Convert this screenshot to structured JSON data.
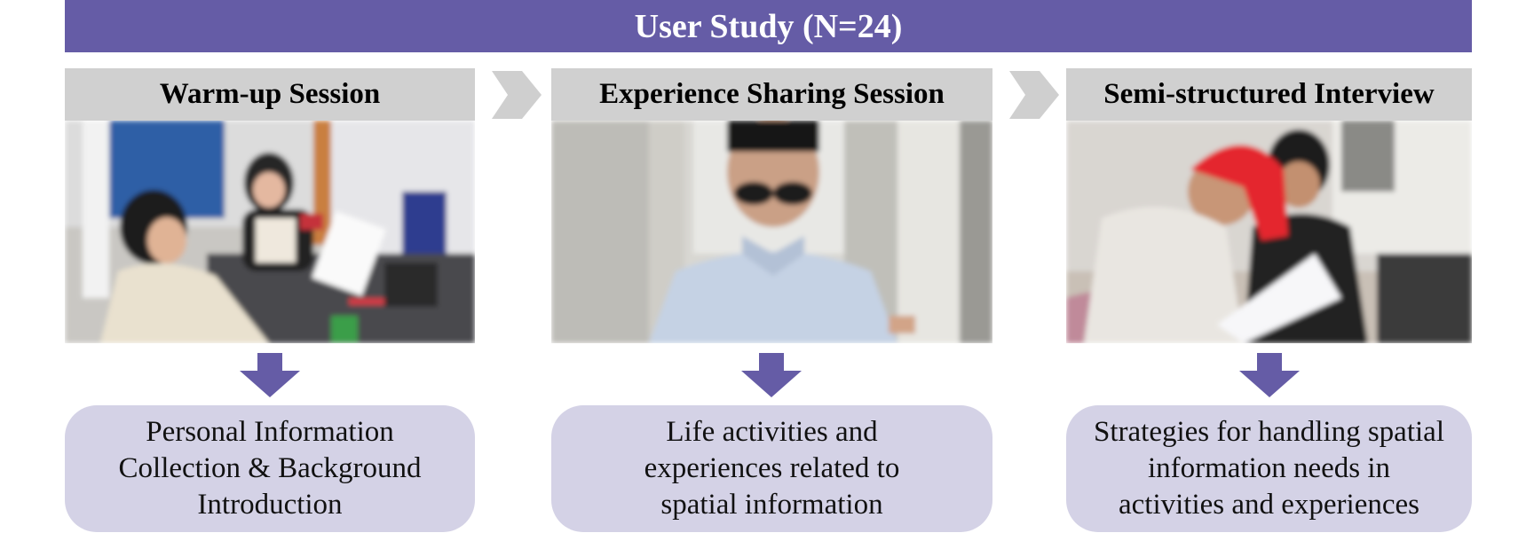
{
  "title": "User Study (N=24)",
  "colors": {
    "banner": "#655ca6",
    "arrow": "#655ca6",
    "header_bg": "#d0d0d0",
    "result_bg": "#d4d2e6",
    "chevron": "#cfcfcf"
  },
  "stages": [
    {
      "header": "Warm-up Session",
      "photo": "warm-up-photo",
      "result_lines": [
        "Personal Information",
        "Collection & Background",
        "Introduction"
      ]
    },
    {
      "header": "Experience Sharing Session",
      "photo": "experience-sharing-photo",
      "result_lines": [
        "Life activities and",
        "experiences related to",
        "spatial information"
      ]
    },
    {
      "header": "Semi-structured Interview",
      "photo": "interview-photo",
      "result_lines": [
        "Strategies for handling spatial",
        "information needs in",
        "activities and experiences"
      ]
    }
  ]
}
